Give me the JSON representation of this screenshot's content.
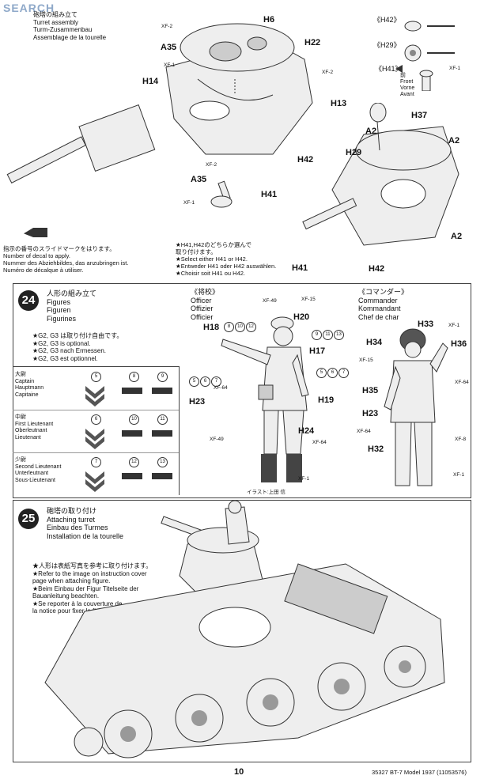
{
  "watermark": "SEARCH",
  "step23": {
    "title_jp": "砲塔の組み立て",
    "title_en": "Turret assembly",
    "title_de": "Turm-Zusammenbau",
    "title_fr": "Assemblage de la tourelle",
    "parts": {
      "H6": "H6",
      "H22": "H22",
      "H13": "H13",
      "H14": "H14",
      "A35a": "A35",
      "A35b": "A35",
      "H37": "H37",
      "A2a": "A2",
      "A2b": "A2",
      "A2c": "A2",
      "H29": "H29",
      "H42a": "H42",
      "H42b": "H42",
      "H41a": "H41",
      "H41b": "H41"
    },
    "xf": {
      "xf2a": "XF-2",
      "xf1a": "XF-1",
      "xf2b": "XF-2",
      "xf2c": "XF-2",
      "xf1b": "XF-1",
      "xf1c": "XF-1"
    },
    "detail": {
      "h42": "《H42》",
      "h29": "《H29》",
      "h41": "《H41》",
      "front_jp": "前",
      "front_en": "Front",
      "front_de": "Vorne",
      "front_fr": "Avant"
    },
    "decal_note": [
      "指示の番号のスライドマークをはります。",
      "Number of decal to apply.",
      "Nummer des Abziehbildes, das anzubringen ist.",
      "Numéro de décalque à utiliser."
    ],
    "choice_note": [
      "★H41,H42のどちらか選んで",
      "取り付けます。",
      "★Select either H41 or H42.",
      "★Entweder H41 oder H42 auswählen.",
      "★Choisir soit H41 ou H42."
    ]
  },
  "step24": {
    "number": "24",
    "title_jp": "人形の組み立て",
    "title_en": "Figures",
    "title_de": "Figuren",
    "title_fr": "Figurines",
    "notes": [
      "★G2, G3 は取り付け自由です。",
      "★G2, G3 is optional.",
      "★G2, G3 nach Ermessen.",
      "★G2, G3 est optionnel."
    ],
    "ranks": [
      {
        "jp": "大尉",
        "en": "Captain",
        "de": "Hauptmann",
        "fr": "Capitaine",
        "nums": [
          "5",
          "8",
          "9"
        ]
      },
      {
        "jp": "中尉",
        "en": "First Lieutenant",
        "de": "Oberleutnant",
        "fr": "Lieutenant",
        "nums": [
          "6",
          "10",
          "11"
        ]
      },
      {
        "jp": "少尉",
        "en": "Second Lieutenant",
        "de": "Unterleutnant",
        "fr": "Sous-Lieutenant",
        "nums": [
          "7",
          "12",
          "13"
        ]
      }
    ],
    "officer": {
      "jp": "《将校》",
      "en": "Officer",
      "de": "Offizier",
      "fr": "Officier"
    },
    "commander": {
      "jp": "《コマンダー》",
      "en": "Commander",
      "de": "Kommandant",
      "fr": "Chef de char"
    },
    "officer_parts": {
      "H18": "H18",
      "H20": "H20",
      "H17": "H17",
      "H19": "H19",
      "H23": "H23",
      "H24": "H24"
    },
    "officer_xf": {
      "a": "XF-49",
      "b": "XF-15",
      "c": "XF-64",
      "d": "XF-49",
      "e": "XF-64",
      "f": "XF-1"
    },
    "officer_circles_a": [
      "8",
      "10",
      "12"
    ],
    "officer_circles_b": [
      "9",
      "11",
      "13"
    ],
    "officer_circles_c": [
      "5",
      "6",
      "7"
    ],
    "officer_circles_d": [
      "5",
      "6",
      "7"
    ],
    "commander_parts": {
      "H33": "H33",
      "H34": "H34",
      "H36": "H36",
      "H35": "H35",
      "H23": "H23",
      "H32": "H32"
    },
    "commander_xf": {
      "a": "XF-1",
      "b": "XF-15",
      "c": "XF-64",
      "d": "XF-64",
      "e": "XF-8",
      "f": "XF-1"
    },
    "illust_credit": "イラスト:上田 信"
  },
  "step25": {
    "number": "25",
    "title_jp": "砲塔の取り付け",
    "title_en": "Attaching turret",
    "title_de": "Einbau des Turmes",
    "title_fr": "Installation de la tourelle",
    "notes": [
      "★人形は表紙写真を参考に取り付けます。",
      "★Refer to the image on instruction cover",
      "page when attaching figure.",
      "★Beim Einbau der Figur Titelseite der",
      "Bauanleitung beachten.",
      "★Se reporter à la couverture de",
      "la notice pour fixer la figurine."
    ]
  },
  "footer": {
    "page_number": "10",
    "code": "35327  BT-7 Model 1937 (11053576)"
  }
}
